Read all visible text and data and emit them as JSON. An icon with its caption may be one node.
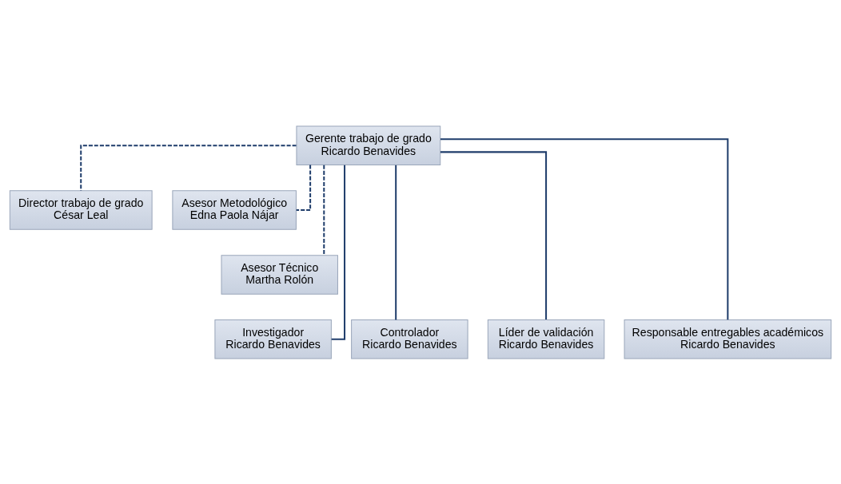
{
  "diagram": {
    "nodes": [
      {
        "text": [
          "Gerente trabajo de grado",
          "Ricardo Benavides"
        ]
      },
      {
        "text": [
          "Director trabajo de grado",
          "César Leal"
        ]
      },
      {
        "text": [
          "Asesor Metodológico",
          "Edna Paola Nájar"
        ]
      },
      {
        "text": [
          "Asesor Técnico",
          "Martha Rolón"
        ]
      },
      {
        "text": [
          "Investigador",
          "Ricardo Benavides"
        ]
      },
      {
        "text": [
          "Controlador",
          "Ricardo Benavides"
        ]
      },
      {
        "text": [
          "Líder de validación",
          "Ricardo Benavides"
        ]
      },
      {
        "text": [
          "Responsable entregables académicos",
          "Ricardo Benavides"
        ]
      }
    ],
    "edges": [
      {
        "from": 0,
        "to": 1,
        "arrow": "none",
        "style": "dashed"
      },
      {
        "from": 0,
        "to": 2,
        "arrow": "none",
        "style": "dashed"
      },
      {
        "from": 0,
        "to": 3,
        "arrow": "none",
        "style": "dashed"
      },
      {
        "from": 0,
        "to": 4,
        "arrow": "none"
      },
      {
        "from": 0,
        "to": 5,
        "arrow": "none"
      },
      {
        "from": 0,
        "to": 6,
        "arrow": "none"
      },
      {
        "from": 0,
        "to": 7,
        "arrow": "none"
      }
    ]
  }
}
